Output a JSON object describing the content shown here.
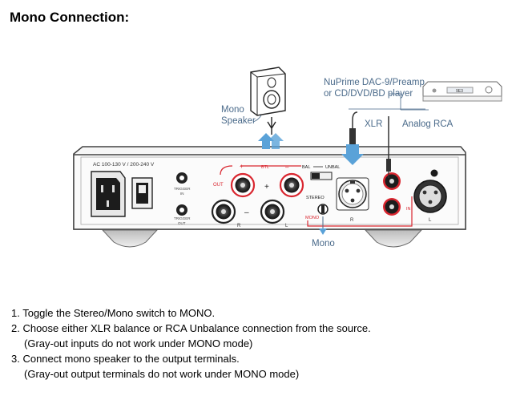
{
  "title": "Mono Connection:",
  "callouts": {
    "mono_speaker_line1": "Mono",
    "mono_speaker_line2": "Speaker",
    "source_line1": "NuPrime DAC-9/Preamp",
    "source_line2": "or CD/DVD/BD player",
    "xlr": "XLR",
    "analog_rca": "Analog RCA",
    "mono_switch": "Mono"
  },
  "panel_labels": {
    "power": "AC 100-130 V / 200-240 V",
    "trigger_in_1": "TRIGGER",
    "trigger_in_2": "IN",
    "trigger_out_1": "TRIGGER",
    "trigger_out_2": "OUT",
    "out": "OUT",
    "btl": "BTL",
    "plus": "+",
    "minus": "–",
    "plus_sign": "+",
    "r": "R",
    "l": "L",
    "bal": "BAL",
    "unbal": "UNBAL",
    "stereo": "STEREO",
    "mono": "MONO",
    "r2": "R",
    "in": "IN",
    "l2": "L",
    "device_badge": "9E3"
  },
  "steps": [
    "1. Toggle the Stereo/Mono switch to MONO.",
    "2. Choose either XLR balance or RCA Unbalance connection from the source.",
    "(Gray-out inputs do not work under MONO mode)",
    "3. Connect mono speaker to the output terminals.",
    "(Gray-out output terminals do not work under MONO mode)"
  ],
  "colors": {
    "accent_red": "#d9262f",
    "callout_blue": "#4a6a8a",
    "arrow_blue": "#5aa2d8",
    "chassis_gray": "#4a4a4a"
  }
}
